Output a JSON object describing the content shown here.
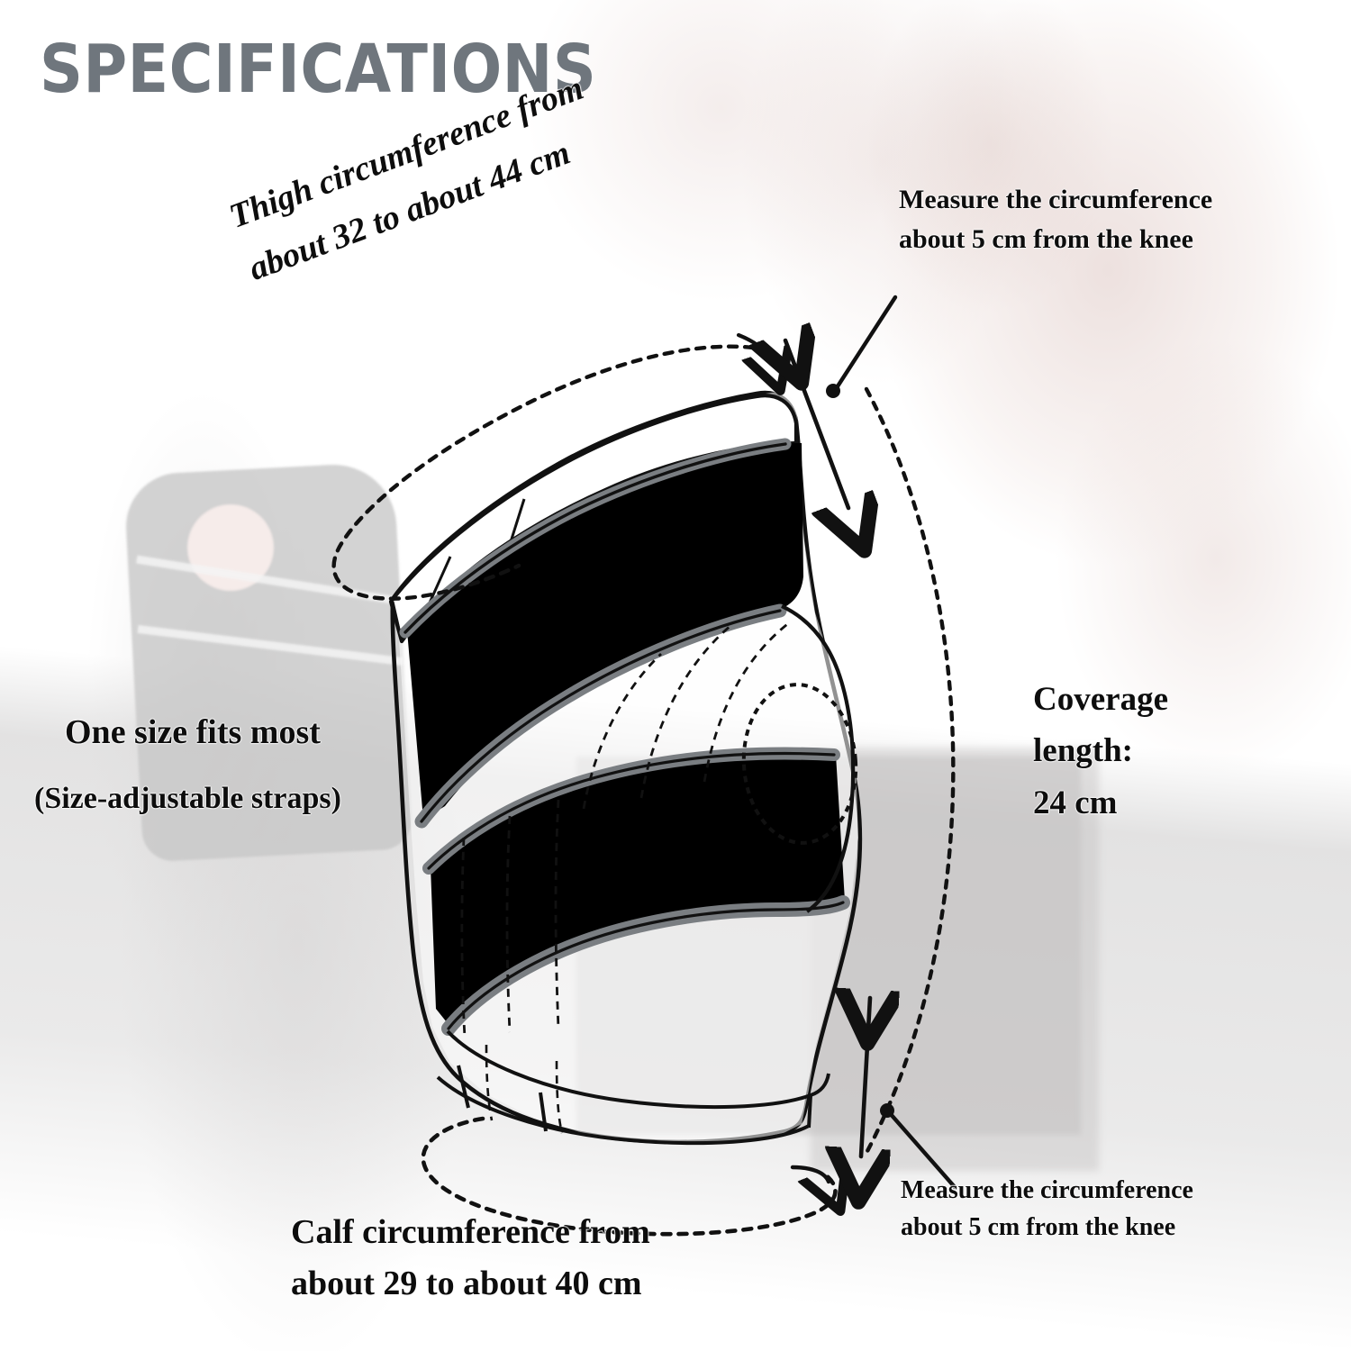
{
  "page": {
    "title": "SPECIFICATIONS",
    "title_color": "#6f767d",
    "background_color": "#ffffff"
  },
  "illustration": {
    "name": "knee-brace-line-drawing",
    "stroke_color": "#111111",
    "strap_fill": "#000000",
    "strap_edge_color": "#7a7e82",
    "dashed_guide_color": "#111111"
  },
  "annotations": {
    "thigh": {
      "line1": "Thigh circumference from",
      "line2": "about 32 to about 44 cm",
      "rotation_deg": -20.5
    },
    "top_right": {
      "line1": "Measure the circumference",
      "line2": "about 5 cm from the knee"
    },
    "bottom_right": {
      "line1": "Measure the circumference",
      "line2": "about 5 cm from the knee"
    },
    "coverage": {
      "line1": "Coverage",
      "line2": "length:",
      "line3": "24 cm"
    },
    "one_size": {
      "line1": "One size fits most",
      "line2": "(Size-adjustable straps)"
    },
    "calf": {
      "line1": "Calf circumference from",
      "line2": "about 29 to about 40 cm"
    }
  },
  "measurements": {
    "thigh_circumference_min_cm": 32,
    "thigh_circumference_max_cm": 44,
    "calf_circumference_min_cm": 29,
    "calf_circumference_max_cm": 40,
    "coverage_length_cm": 24,
    "measure_offset_from_knee_cm": 5
  }
}
